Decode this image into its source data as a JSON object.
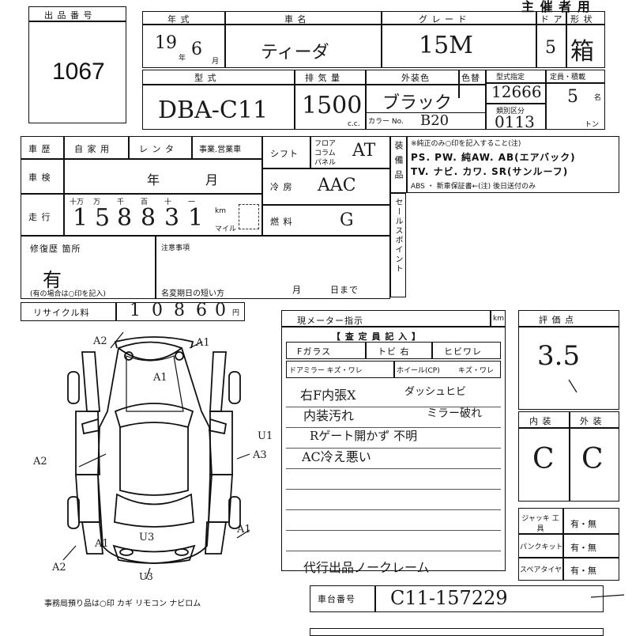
{
  "lot": {
    "label": "出 品 番 号",
    "number": "1067"
  },
  "header": {
    "year_label": "年 式",
    "name_label": "車 名",
    "grade_label": "グ レ ー ド",
    "door_label": "ド ア",
    "shape_label": "形 状",
    "top_right": "主 催 者 用",
    "model_label": "型 式",
    "displacement_label": "排 気 量",
    "exterior_color_label": "外装色",
    "color_label": "色替",
    "type_designation_label": "型式指定",
    "category_label": "類別区分",
    "capacity_label": "定員・積載",
    "person_unit": "名",
    "ton_unit": "トン",
    "colorno_label": "カラー No.",
    "cc_unit": "c.c.",
    "year_unit": "年",
    "month_unit": "月",
    "year": "19",
    "month": "6",
    "car_name": "ティーダ",
    "grade": "15M",
    "doors": "5",
    "shape": "箱",
    "model": "DBA-C11",
    "displacement": "1500",
    "color": "ブラック",
    "color_no": "B20",
    "type_designation": "12666",
    "category": "0113",
    "capacity": "5"
  },
  "history": {
    "label": "車 歴",
    "options": [
      "自 家 用",
      "レ ン タ",
      "事業.営業車"
    ],
    "inspection_label": "車 検",
    "year_unit": "年",
    "month_unit": "月",
    "mileage_label": "走 行",
    "digit_labels": [
      "十万",
      "万",
      "千",
      "百",
      "十",
      "一"
    ],
    "mileage_digits": [
      "1",
      "5",
      "8",
      "8",
      "3",
      "1"
    ],
    "km_label": "km",
    "mile_label": "マイル"
  },
  "specs": {
    "shift_label": "シフト",
    "shift_opts": [
      "フロア",
      "コラム",
      "パネル"
    ],
    "shift": "AT",
    "aircon_label": "冷 房",
    "aircon": "AAC",
    "fuel_label": "燃 料",
    "fuel": "G"
  },
  "equipment": {
    "label": "装 備 品",
    "line1": "※純正のみ○印を記入すること(注)",
    "line2": "PS. PW. 純AW. AB(エアバック)",
    "line3": "TV. ナビ. カワ. SR(サンルーフ)",
    "line4": "ABS ・ 新車保証書←(注) 後日送付のみ"
  },
  "sales_point_label": "セールスポイント",
  "repair": {
    "label": "修復歴 箇所",
    "value": "有",
    "note": "(有の場合は○印を記入)"
  },
  "notes": {
    "label": "注意事項",
    "short_label": "名変期日の短い方",
    "month": "月",
    "day": "日まで"
  },
  "recycle": {
    "label": "リサイクル料",
    "digits": [
      "1",
      "0",
      "8",
      "6",
      "0"
    ],
    "unit": "円"
  },
  "meter": {
    "label": "現メーター指示",
    "unit": "km"
  },
  "inspector": {
    "header": "【 査 定 員 記 入 】",
    "row1": [
      "Fガラス",
      "トビ 右",
      "ヒビワレ"
    ],
    "row2": [
      "ドアミラー キズ・ワレ",
      "ホイール(CP)",
      "キズ・ワレ"
    ],
    "notes": [
      "右F内張X",
      "ダッシュヒビ",
      "内装汚れ",
      "ミラー破れ",
      "Rゲート開かず 不明",
      "AC冷え悪い"
    ],
    "footer": "代行出品ノークレーム"
  },
  "score": {
    "label": "評 価 点",
    "value": "3.5",
    "interior_label": "内 装",
    "exterior_label": "外 装",
    "interior": "C",
    "exterior": "C"
  },
  "accessories": [
    {
      "label": "ジャッキ 工具",
      "value": "有・無"
    },
    {
      "label": "パンクキット",
      "value": "有・無"
    },
    {
      "label": "スペアタイヤ",
      "value": "有・無"
    }
  ],
  "chassis": {
    "label": "車台番号",
    "value": "C11-157229"
  },
  "diagram": {
    "caption": "事務局預り品は○印 カギ リモコン ナビロム",
    "marks": [
      "A2",
      "A1",
      "A1",
      "A2",
      "U1",
      "A3",
      "A1",
      "A2",
      "U3",
      "A1",
      "U3"
    ]
  }
}
